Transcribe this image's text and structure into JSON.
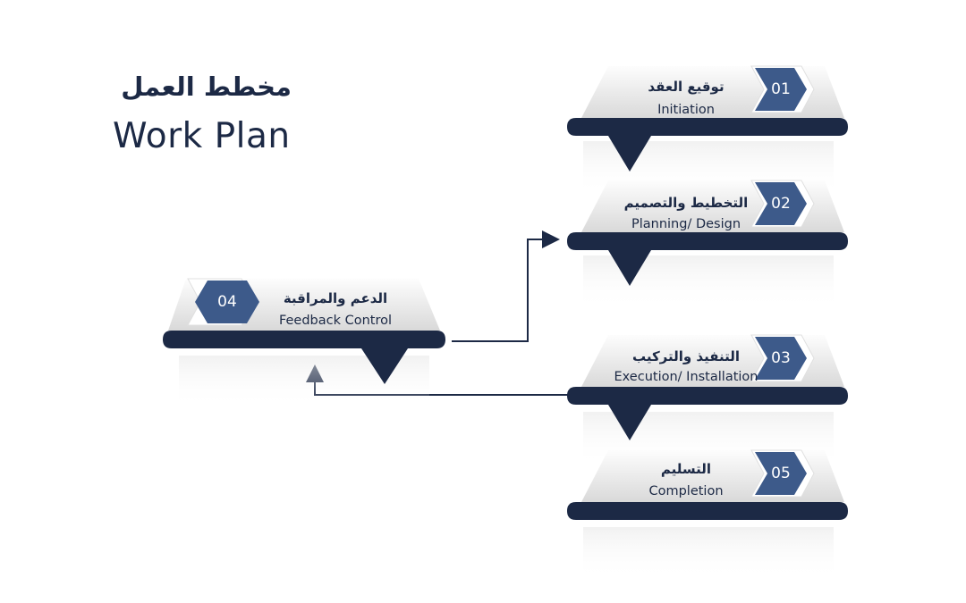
{
  "title": {
    "arabic": "مخطط العمل",
    "english": "Work Plan"
  },
  "steps": [
    {
      "number": "01",
      "arabic": "توقيع العقد",
      "english": "Initiation"
    },
    {
      "number": "02",
      "arabic": "التخطيط والتصميم",
      "english": "Planning/ Design"
    },
    {
      "number": "03",
      "arabic": "التنفيذ والتركيب",
      "english": "Execution/ Installation"
    },
    {
      "number": "04",
      "arabic": "الدعم والمراقبة",
      "english": "Feedback Control"
    },
    {
      "number": "05",
      "arabic": "التسليم",
      "english": "Completion"
    }
  ],
  "colors": {
    "navy": "#1c2945",
    "badge": "#3d5a8a",
    "card": "#e6e6e6"
  }
}
